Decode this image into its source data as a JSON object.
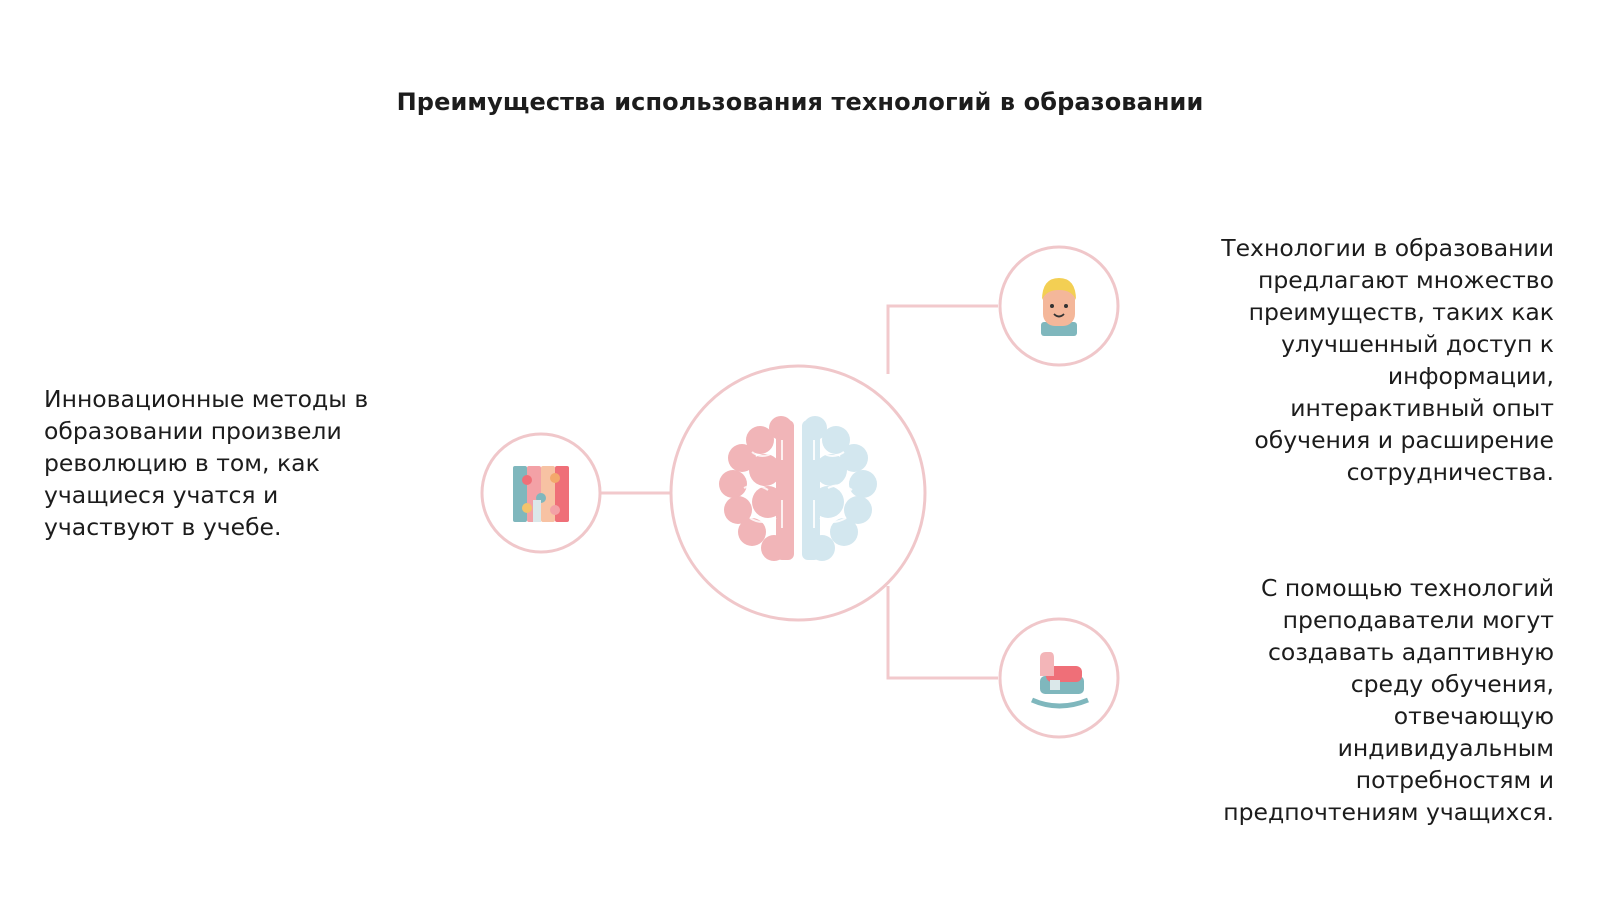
{
  "title": "Преимущества использования технологий в образовании",
  "nodes": {
    "center": {
      "icon": "brain-icon"
    },
    "left": {
      "icon": "puzzle-icon",
      "text": "Инновационные методы в\nобразовании произвели\nреволюцию в том, как\nучащиеся учатся и\nучаствуют в учебе."
    },
    "right_top": {
      "icon": "student-face-icon",
      "text": "Технологии в образовании\nпредлагают множество\nпреимуществ, таких как\nулучшенный доступ к\nинформации,\nинтерактивный опыт\nобучения и расширение\nсотрудничества."
    },
    "right_bottom": {
      "icon": "rocking-horse-icon",
      "text": "С помощью технологий\nпреподаватели могут\nсоздавать адаптивную\nсреду обучения,\nотвечающую\nиндивидуальным\nпотребностям и\nпредпочтениям учащихся."
    }
  },
  "colors": {
    "connector": "#f2c9cc",
    "circle_border": "#f0c7ca",
    "brain_left": "#f1b5b8",
    "brain_right": "#d3e7ef",
    "text": "#1c1c1c"
  }
}
